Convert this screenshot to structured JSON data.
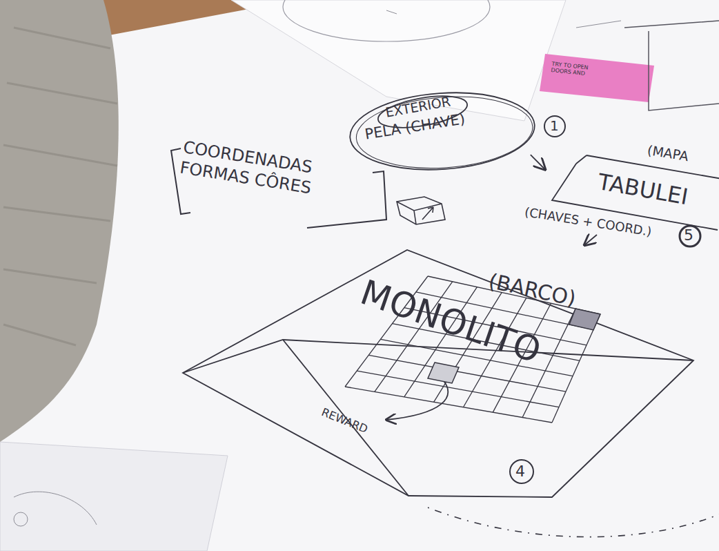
{
  "diagram": {
    "nodes": [
      {
        "text": [
          "PELA (CHAVE)"
        ]
      },
      {
        "text": [
          "EXTERIOR"
        ],
        "in": 0
      },
      {
        "text": [
          "(MAPA",
          "TABULEI",
          "(CHAVES + COORD.)"
        ]
      },
      {
        "text": [
          "(BARCO)",
          "MONOLITO"
        ]
      }
    ],
    "edges": [
      {
        "from": 0,
        "to": 2,
        "arrow": "to"
      },
      {
        "from": 2,
        "to": 3,
        "arrow": "to"
      }
    ],
    "labels": [
      "1",
      "COORDENADAS FORMAS CÔRES",
      "5",
      "REWARD",
      "4",
      "TRY TO OPEN DOORS AND"
    ]
  }
}
